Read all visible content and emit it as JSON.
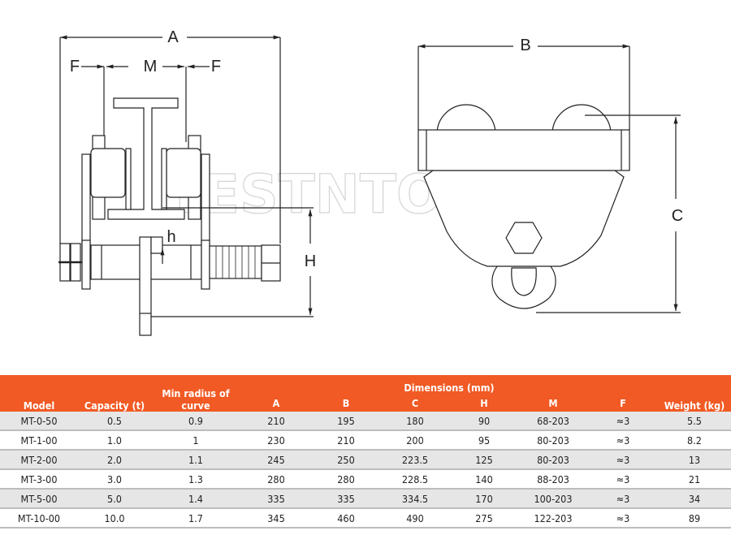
{
  "watermark": "TESTNTOOLS",
  "diagram": {
    "labels": {
      "A": "A",
      "F_left": "F",
      "M": "M",
      "F_right": "F",
      "h": "h",
      "H": "H",
      "B": "B",
      "C": "C"
    }
  },
  "table": {
    "headers": {
      "model": "Model",
      "capacity": "Capacity (t)",
      "min_radius": "Min radius of curve",
      "dimensions": "Dimensions (mm)",
      "weight": "Weight (kg)",
      "dims": [
        "A",
        "B",
        "C",
        "H",
        "M",
        "F"
      ]
    },
    "rows": [
      [
        "MT-0-50",
        "0.5",
        "0.9",
        "210",
        "195",
        "180",
        "90",
        "68-203",
        "≈3",
        "5.5"
      ],
      [
        "MT-1-00",
        "1.0",
        "1",
        "230",
        "210",
        "200",
        "95",
        "80-203",
        "≈3",
        "8.2"
      ],
      [
        "MT-2-00",
        "2.0",
        "1.1",
        "245",
        "250",
        "223.5",
        "125",
        "80-203",
        "≈3",
        "13"
      ],
      [
        "MT-3-00",
        "3.0",
        "1.3",
        "280",
        "280",
        "228.5",
        "140",
        "88-203",
        "≈3",
        "21"
      ],
      [
        "MT-5-00",
        "5.0",
        "1.4",
        "335",
        "335",
        "334.5",
        "170",
        "100-203",
        "≈3",
        "34"
      ],
      [
        "MT-10-00",
        "10.0",
        "1.7",
        "345",
        "460",
        "490",
        "275",
        "122-203",
        "≈3",
        "89"
      ]
    ]
  },
  "colors": {
    "header": "#f15a24",
    "row_alt": "#e6e6e6"
  }
}
